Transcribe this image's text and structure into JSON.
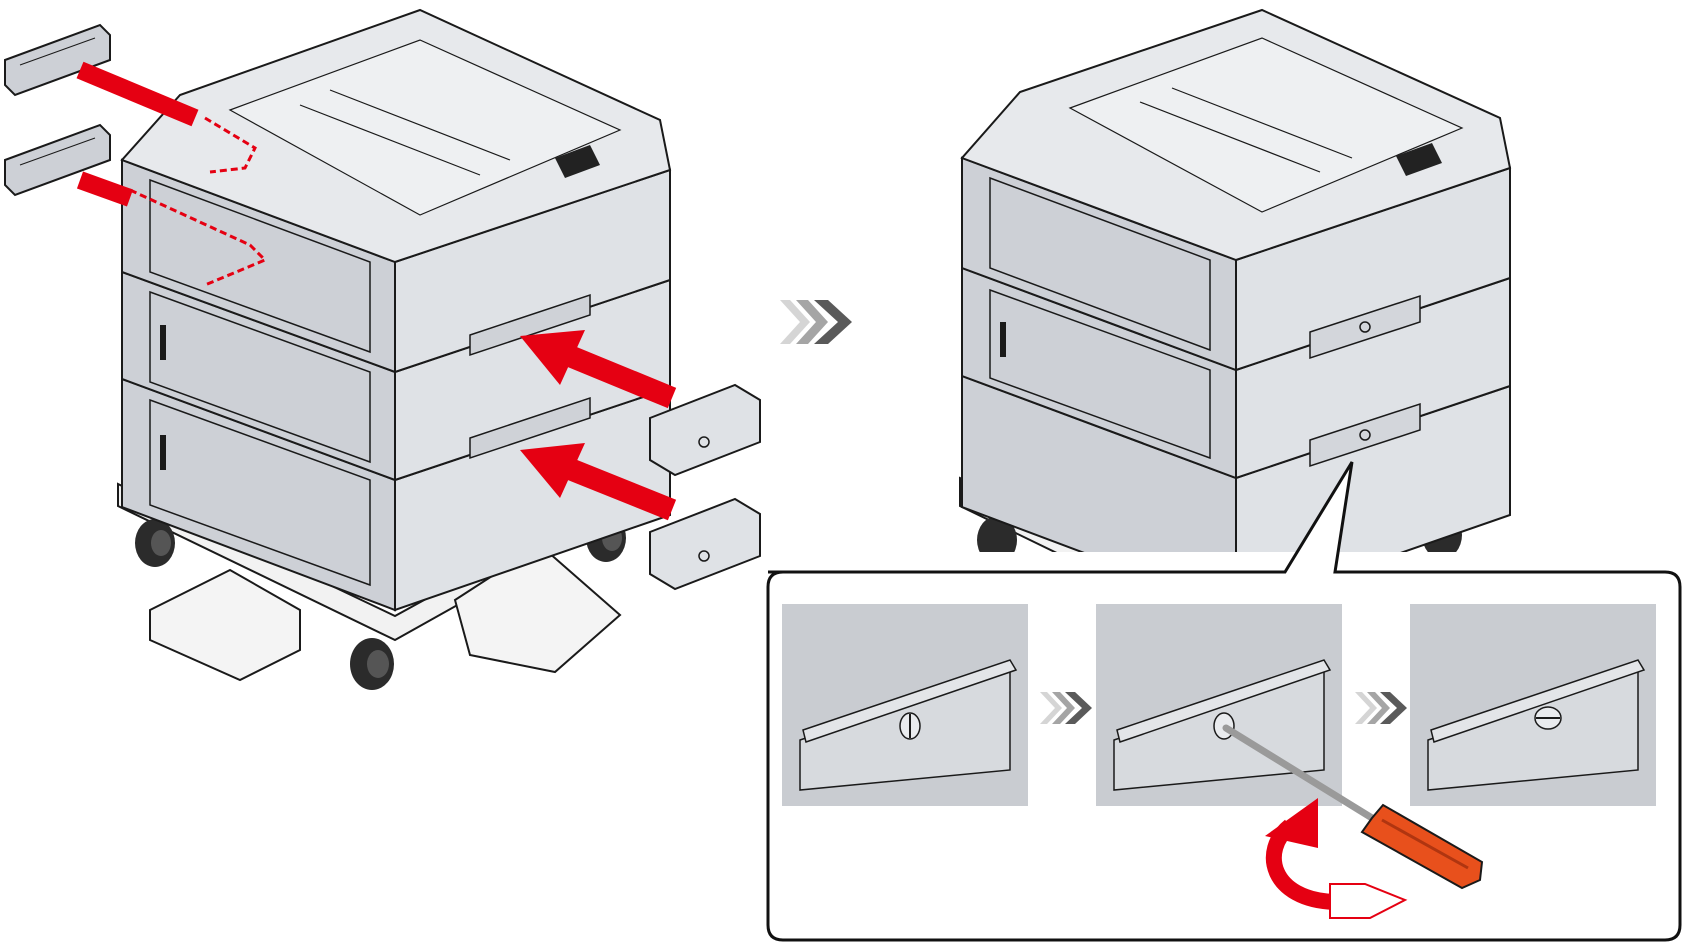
{
  "colors": {
    "background": "#ffffff",
    "cabinet_front": "#cdd0d6",
    "cabinet_side": "#dfe2e6",
    "cabinet_top": "#e7e9ec",
    "outline": "#1a1a1a",
    "stand": "#f2f2f2",
    "caster": "#2b2b2b",
    "action_red": "#e50012",
    "callout_border": "#111111",
    "zoom_panel_bg": "#c9ccd1",
    "screwdriver_shaft": "#9a9a9a",
    "screwdriver_handle": "#e8501c",
    "step_arrow_light": "#d5d5d5",
    "step_arrow_mid": "#a5a5a5",
    "step_arrow_dark": "#5a5a5a"
  },
  "scene": {
    "before_stack": {
      "icon": "stacked-paper-trays-on-caster-stand",
      "tray_count": 3,
      "removed_parts": [
        "rear-joint-plate-icon",
        "rear-joint-plate-icon"
      ],
      "attached_parts": [
        "side-lock-plate-icon",
        "side-lock-plate-icon"
      ]
    },
    "step_arrow": "triple-chevron-right-icon",
    "after_stack": {
      "icon": "stacked-paper-trays-with-lock-plates"
    },
    "callout": {
      "panels": [
        {
          "icon": "lock-screw-unlocked-icon"
        },
        {
          "icon": "screwdriver-turning-icon",
          "tool": "flat-head-screwdriver-icon",
          "motion": "rotate-clockwise-arrow-icon"
        },
        {
          "icon": "lock-screw-locked-icon"
        }
      ],
      "between_arrows": [
        "triple-chevron-right-icon",
        "triple-chevron-right-icon"
      ]
    }
  }
}
